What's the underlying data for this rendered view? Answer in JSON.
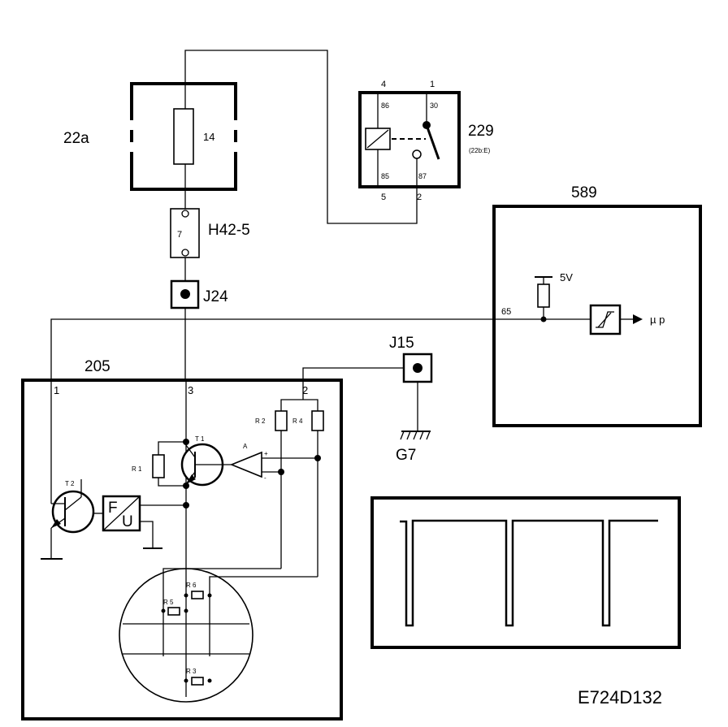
{
  "drawing_code": "E724D132",
  "components": {
    "fuse_box": {
      "ref": "22a",
      "fuse_number": "14"
    },
    "relay": {
      "ref": "229",
      "sub": "(22b:E)",
      "outer_pins": {
        "top_left": "4",
        "top_right": "1",
        "bottom_left": "5",
        "bottom_right": "2"
      },
      "inner_pins": {
        "top_left": "86",
        "top_right": "30",
        "bottom_left": "85",
        "bottom_right": "87"
      }
    },
    "connector_h42": {
      "ref": "H42-5",
      "pin": "7"
    },
    "splice_j24": {
      "ref": "J24"
    },
    "splice_j15": {
      "ref": "J15"
    },
    "ground_g7": {
      "ref": "G7"
    },
    "sensor_module": {
      "ref": "205",
      "pins": {
        "p1": "1",
        "p2": "2",
        "p3": "3"
      },
      "resistors": {
        "r1": "R 1",
        "r2": "R 2",
        "r3": "R 3",
        "r4": "R 4",
        "r5": "R 5",
        "r6": "R 6"
      },
      "transistors": {
        "t1": "T 1",
        "t2": "T 2"
      },
      "amplifier": {
        "label": "A",
        "in_plus": "+",
        "in_minus": "-"
      },
      "converter": {
        "top": "F",
        "bottom": "U"
      }
    },
    "control_unit": {
      "ref": "589",
      "pin": "65",
      "supply": "5V",
      "output": "µ p"
    }
  },
  "waveform": {
    "pulses": 3,
    "levels": [
      "high",
      "low"
    ]
  }
}
